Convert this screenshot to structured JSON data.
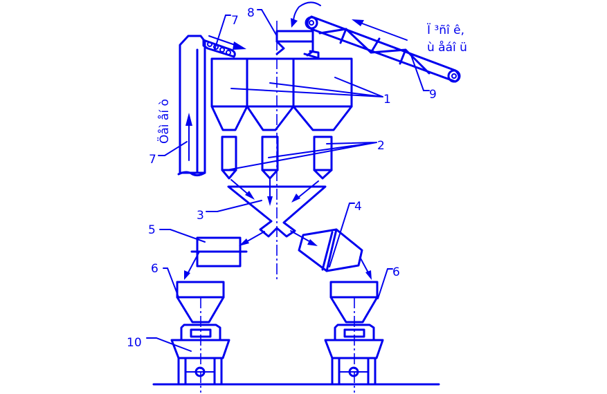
{
  "callouts": {
    "c1": "1",
    "c2": "2",
    "c3": "3",
    "c4": "4",
    "c5": "5",
    "c6_left": "6",
    "c6_right": "6",
    "c7_top": "7",
    "c7_left": "7",
    "c8": "8",
    "c9": "9",
    "c10": "10"
  },
  "side_text": {
    "conveyor_line1": "Ї ³ñî ê,",
    "conveyor_line2": "ù åáî ü",
    "vertical": "Öåì åí ò"
  },
  "colors": {
    "ink": "#0000ee",
    "background": "#ffffff"
  }
}
